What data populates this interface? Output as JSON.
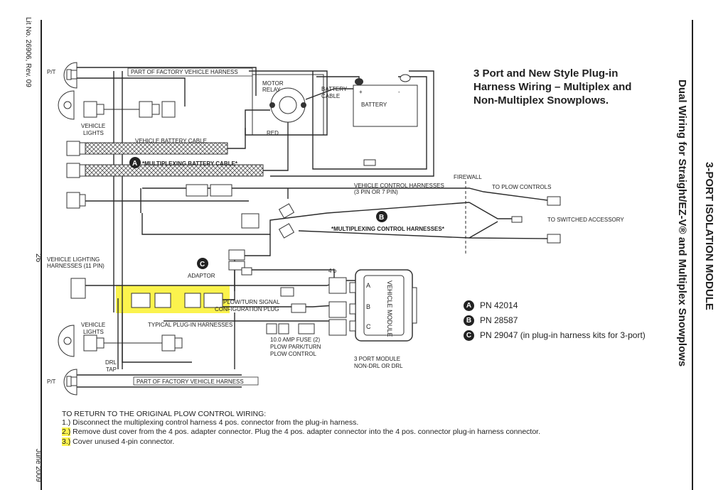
{
  "title": {
    "lines": [
      "3 Port and New Style Plug-in",
      "Harness Wiring – Multiplex and",
      "Non-Multiplex Snowplows."
    ]
  },
  "side_titles": {
    "main": "3-PORT ISOLATION MODULE",
    "sub": "Dual Wiring for Straight/EZ-V® and Multiplex Snowplows"
  },
  "margin": {
    "lit_no": "Lit No. 26906, Rev. 09",
    "page_number": "26",
    "date": "June 2009"
  },
  "diagram_labels": {
    "pt_top": "P/T",
    "pt_bottom": "P/T",
    "factory_harness_top": "PART OF FACTORY VEHICLE HARNESS",
    "factory_harness_bottom": "PART OF FACTORY VEHICLE HARNESS",
    "vehicle_lights_top": "VEHICLE\nLIGHTS",
    "vehicle_lights_top_l1": "VEHICLE",
    "vehicle_lights_top_l2": "LIGHTS",
    "vehicle_lights_bottom_l1": "VEHICLE",
    "vehicle_lights_bottom_l2": "LIGHTS",
    "vehicle_battery_cable": "VEHICLE BATTERY CABLE",
    "multiplexing_battery_cable": "*MULTIPLEXING BATTERY CABLE*",
    "motor_relay_l1": "MOTOR",
    "motor_relay_l2": "RELAY",
    "red": "RED",
    "battery_cable_l1": "BATTERY",
    "battery_cable_l2": "CABLE",
    "battery": "BATTERY",
    "plus": "+",
    "minus": "-",
    "firewall": "FIREWALL",
    "vehicle_control_harnesses_l1": "VEHICLE CONTROL HARNESSES",
    "vehicle_control_harnesses_l2": "(3 PIN OR 7 PIN)",
    "to_plow_controls": "TO PLOW CONTROLS",
    "to_switched_accessory": "TO SWITCHED ACCESSORY",
    "multiplexing_control_harnesses": "*MULTIPLEXING CONTROL HARNESSES*",
    "vehicle_lighting_harnesses_l1": "VEHICLE LIGHTING",
    "vehicle_lighting_harnesses_l2": "HARNESSES (11 PIN)",
    "adaptor": "ADAPTOR",
    "plowturn_l1": "PLOW/TURN SIGNAL",
    "plowturn_l2": "CONFIGURATION PLUG",
    "typical_plugin": "TYPICAL PLUG-IN HARNESSES",
    "fuse_l1": "10.0 AMP FUSE (2)",
    "fuse_l2": "PLOW PARK/TURN",
    "fuse_l3": "PLOW CONTROL",
    "module_l1": "3 PORT MODULE",
    "module_l2": "NON-DRL OR DRL",
    "vehicle_module": "VEHICLE MODULE",
    "drl_tap_l1": "DRL",
    "drl_tap_l2": "TAP",
    "pin_4b": "4 b",
    "port_a": "A",
    "port_b": "B",
    "port_c": "C",
    "callout_a": "A",
    "callout_b": "B",
    "callout_c": "C"
  },
  "part_numbers": [
    {
      "letter": "A",
      "text": "PN 42014"
    },
    {
      "letter": "B",
      "text": "PN 28587"
    },
    {
      "letter": "C",
      "text": "PN 29047 (in plug-in harness kits for 3-port)"
    }
  ],
  "instructions": {
    "heading": "TO RETURN TO THE ORIGINAL PLOW CONTROL WIRING:",
    "steps": [
      {
        "num": "1.)",
        "text": " Disconnect the multiplexing control harness 4 pos. connector from the plug-in harness."
      },
      {
        "num": "2.)",
        "text": " Remove dust cover from the 4 pos. adapter connector. Plug the 4 pos. adapter connector into the 4 pos. connector plug-in harness connector."
      },
      {
        "num": "3.)",
        "text": " Cover unused 4-pin connector."
      }
    ]
  },
  "colors": {
    "highlight": "#fbf34d",
    "ink": "#222222"
  }
}
